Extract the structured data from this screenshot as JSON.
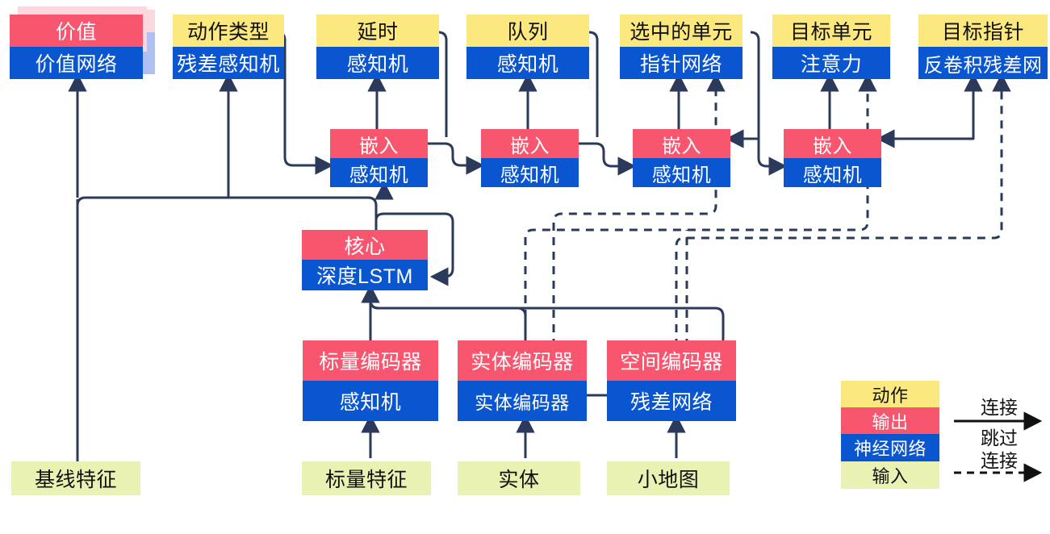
{
  "diagram": {
    "title": "Neural network architecture diagram",
    "colors": {
      "action": "#FBE87F",
      "output": "#F8566F",
      "network": "#0A56D0",
      "input": "#E9F2B2",
      "wire": "#2B3A5B",
      "shadow_pink": "#FBD7DE",
      "shadow_blue": "#AEC1F2"
    }
  },
  "nodes": {
    "value": {
      "top": "价值",
      "bottom": "价值网络"
    },
    "action_type": {
      "top": "动作类型",
      "bottom": "残差感知机"
    },
    "delay": {
      "top": "延时",
      "bottom": "感知机"
    },
    "queue": {
      "top": "队列",
      "bottom": "感知机"
    },
    "selected_units": {
      "top": "选中的单元",
      "bottom": "指针网络"
    },
    "target_unit": {
      "top": "目标单元",
      "bottom": "注意力"
    },
    "target_point": {
      "top": "目标指针",
      "bottom": "反卷积残差网"
    },
    "embed1": {
      "top": "嵌入",
      "bottom": "感知机"
    },
    "embed2": {
      "top": "嵌入",
      "bottom": "感知机"
    },
    "embed3": {
      "top": "嵌入",
      "bottom": "感知机"
    },
    "embed4": {
      "top": "嵌入",
      "bottom": "感知机"
    },
    "core": {
      "top": "核心",
      "bottom": "深度LSTM"
    },
    "scalar_encoder": {
      "top": "标量编码器",
      "bottom": "感知机"
    },
    "entity_encoder": {
      "top": "实体编码器",
      "bottom": "实体编码器"
    },
    "spatial_encoder": {
      "top": "空间编码器",
      "bottom": "残差网络"
    }
  },
  "inputs": {
    "baseline_features": "基线特征",
    "scalar_features": "标量特征",
    "entities": "实体",
    "minimap": "小地图"
  },
  "legend": {
    "action": "动作",
    "output": "输出",
    "network": "神经网络",
    "input": "输入",
    "connection": "连接",
    "skip_line1": "跳过",
    "skip_line2": "连接"
  }
}
